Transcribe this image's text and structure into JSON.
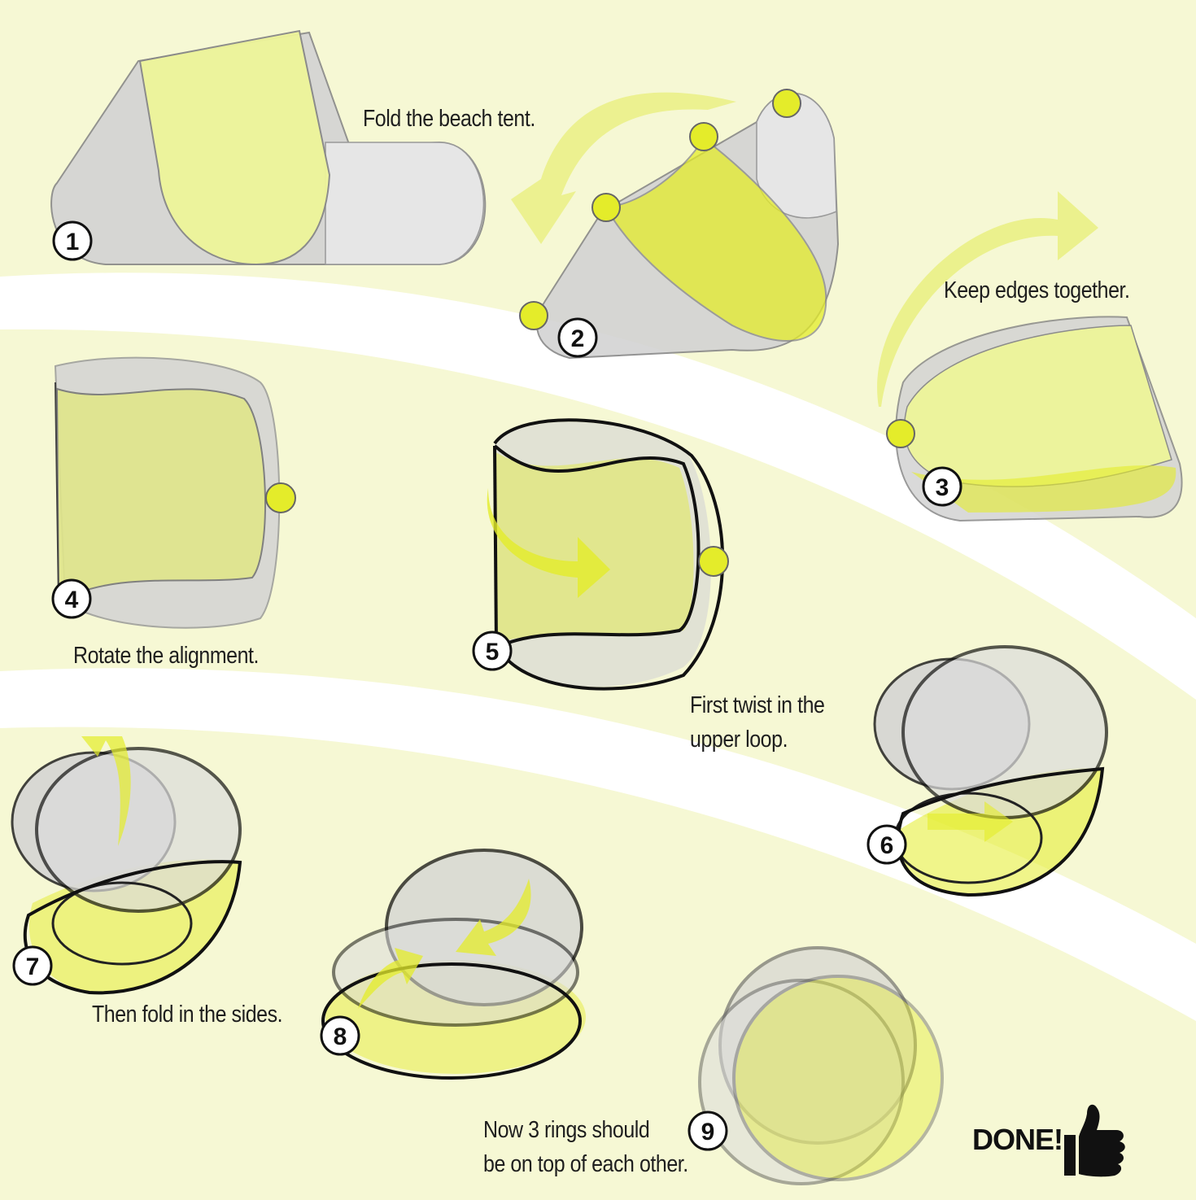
{
  "steps": [
    {
      "number": "1",
      "caption": [
        "Fold the beach tent."
      ]
    },
    {
      "number": "2",
      "caption": []
    },
    {
      "number": "3",
      "caption": [
        "Keep edges together."
      ]
    },
    {
      "number": "4",
      "caption": [
        "Rotate the alignment."
      ]
    },
    {
      "number": "5",
      "caption": [
        "First twist in the",
        "upper loop."
      ]
    },
    {
      "number": "6",
      "caption": []
    },
    {
      "number": "7",
      "caption": [
        "Then fold in the sides."
      ]
    },
    {
      "number": "8",
      "caption": []
    },
    {
      "number": "9",
      "caption": [
        "Now 3 rings should",
        "be on top of each other."
      ]
    }
  ],
  "done_label": "DONE!",
  "colors": {
    "background": "#f6f8d4",
    "band": "#ffffff",
    "accent_yellow": "#e4ec2a",
    "tent_yellow": "#eef59a",
    "tent_gray": "#d3d3d3",
    "outline": "#111111"
  },
  "icons": [
    "thumbs-up-icon",
    "yellow-marker-dot",
    "curved-arrow"
  ]
}
